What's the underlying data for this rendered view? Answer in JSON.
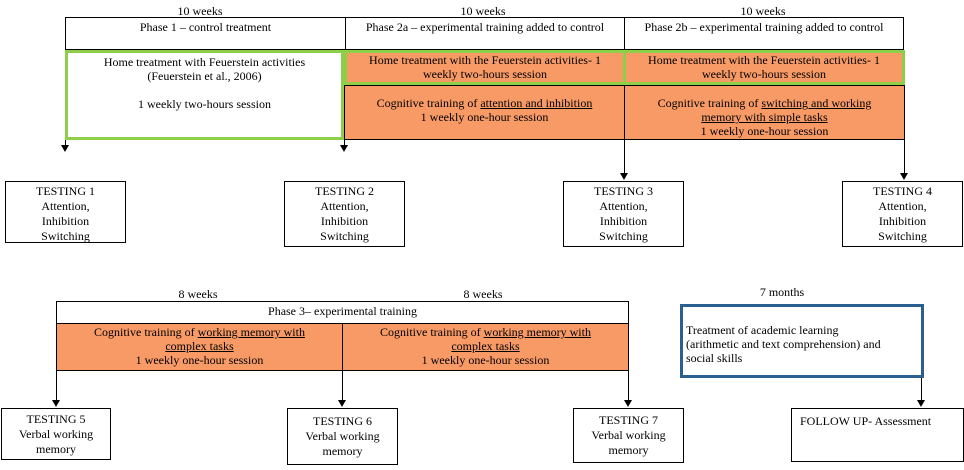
{
  "top": {
    "dur1": "10 weeks",
    "dur2": "10 weeks",
    "dur3": "10 weeks",
    "phase1": "Phase 1 – control treatment",
    "phase2a": "Phase 2a  – experimental training added to control",
    "phase2b": "Phase 2b – experimental training added to control",
    "home1_line1": "Home treatment with Feuerstein activities",
    "home1_line2": "(Feuerstein et al., 2006)",
    "home1_line3": "1 weekly two-hours session",
    "home2_line1": "Home treatment with the Feuerstein activities- 1",
    "home2_line2": "weekly two-hours session",
    "home3_line1": "Home treatment with the Feuerstein activities- 1",
    "home3_line2": "weekly two-hours session",
    "cog2_pre": "Cognitive training of ",
    "cog2_u": "attention and inhibition",
    "cog2_line2": "1 weekly one-hour session",
    "cog3_pre": "Cognitive training of ",
    "cog3_u1": "switching and working",
    "cog3_u2": "memory with simple tasks",
    "cog3_line3": "1 weekly one-hour session"
  },
  "tests_top": [
    {
      "title": "TESTING 1",
      "l1": "Attention,",
      "l2": "Inhibition",
      "l3": "Switching"
    },
    {
      "title": "TESTING 2",
      "l1": "Attention,",
      "l2": "Inhibition",
      "l3": "Switching"
    },
    {
      "title": "TESTING 3",
      "l1": "Attention,",
      "l2": "Inhibition",
      "l3": "Switching"
    },
    {
      "title": "TESTING 4",
      "l1": "Attention,",
      "l2": "Inhibition",
      "l3": "Switching"
    }
  ],
  "bottom": {
    "dur1": "8 weeks",
    "dur2": "8 weeks",
    "dur3": "7 months",
    "phase3": "Phase 3– experimental training",
    "cogA_pre": "Cognitive training of ",
    "cogA_u1": "working memory with",
    "cogA_u2": "complex tasks",
    "cogA_line3": "1 weekly one-hour session",
    "cogB_pre": "Cognitive training of ",
    "cogB_u1": "working memory with",
    "cogB_u2": "complex tasks",
    "cogB_line3": "1 weekly one-hour session",
    "academic_l1": "Treatment of academic learning",
    "academic_l2": "(arithmetic and text comprehension) and",
    "academic_l3": "social skills",
    "followup": "FOLLOW UP- Assessment"
  },
  "tests_bottom": [
    {
      "title": "TESTING 5",
      "l1": "Verbal working",
      "l2": "memory"
    },
    {
      "title": "TESTING 6",
      "l1": "Verbal working",
      "l2": "memory"
    },
    {
      "title": "TESTING 7",
      "l1": "Verbal working",
      "l2": "memory"
    }
  ]
}
